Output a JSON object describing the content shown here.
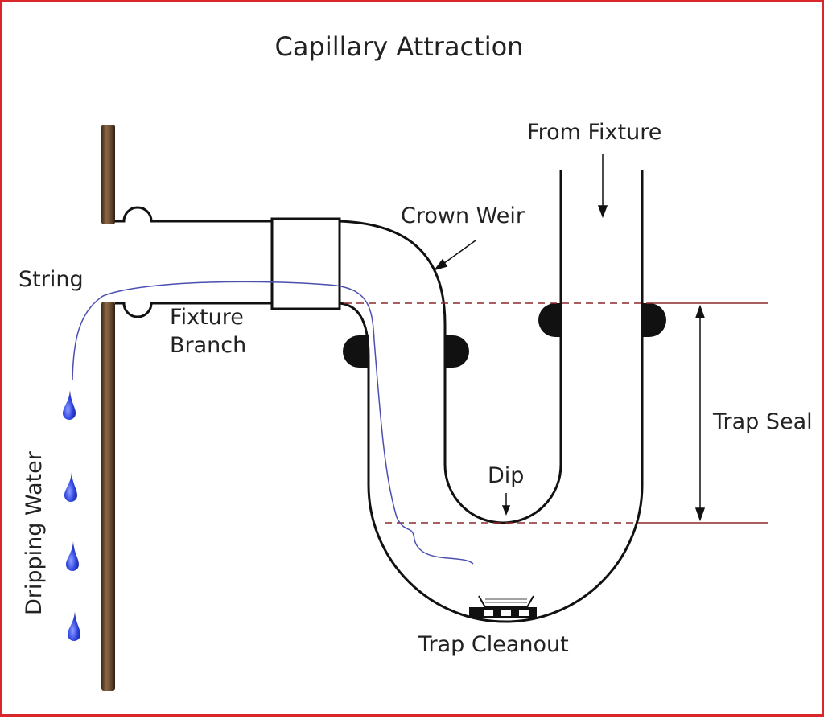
{
  "diagram": {
    "title": "Capillary Attraction",
    "labels": {
      "from_fixture": "From Fixture",
      "crown_weir": "Crown Weir",
      "string": "String",
      "fixture_branch_line1": "Fixture",
      "fixture_branch_line2": "Branch",
      "trap_seal": "Trap Seal",
      "dip": "Dip",
      "trap_cleanout": "Trap Cleanout",
      "dripping_water": "Dripping Water"
    },
    "colors": {
      "frame": "#d9262b",
      "pipe": "#111111",
      "wall": "#6b4a2f",
      "string": "#4b4fb0",
      "water": "#2f3fd8",
      "seal_line": "#8b2a2a"
    }
  }
}
